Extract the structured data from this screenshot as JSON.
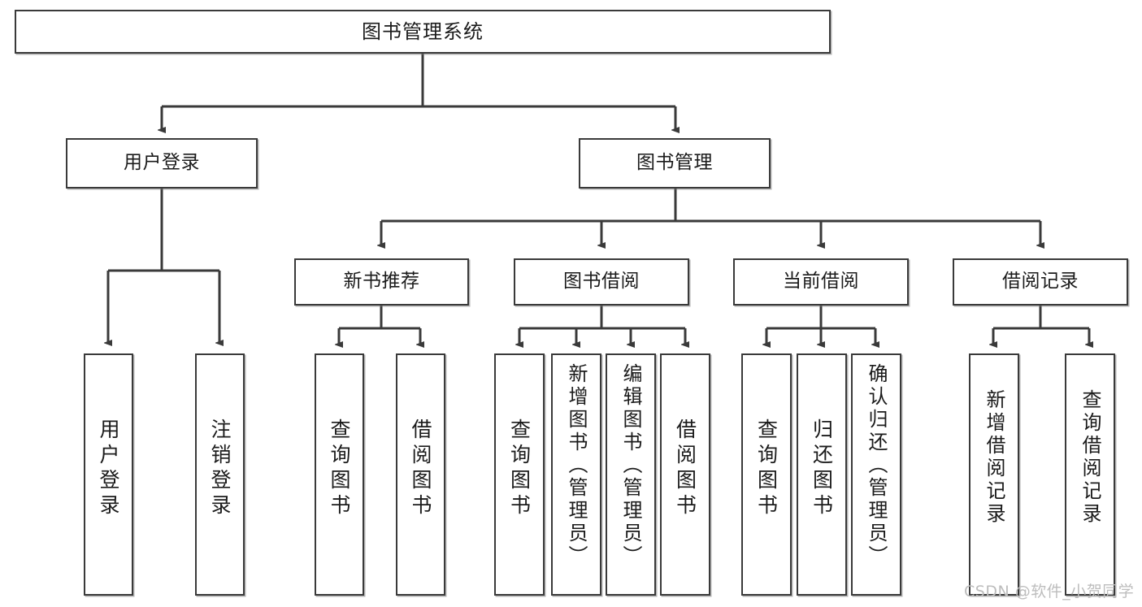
{
  "diagram": {
    "title": "图书管理系统",
    "type": "tree-hierarchy-chart",
    "root": {
      "label": "图书管理系统"
    },
    "level2": [
      {
        "label": "用户登录"
      },
      {
        "label": "图书管理"
      }
    ],
    "level3": [
      {
        "label": "新书推荐"
      },
      {
        "label": "图书借阅"
      },
      {
        "label": "当前借阅"
      },
      {
        "label": "借阅记录"
      }
    ],
    "leaves": {
      "user_login": [
        {
          "label": "用户登录"
        },
        {
          "label": "注销登录"
        }
      ],
      "new_book_recommend": [
        {
          "label": "查询图书"
        },
        {
          "label": "借阅图书"
        }
      ],
      "book_borrow": [
        {
          "label": "查询图书"
        },
        {
          "label": "新增图书（管理员）"
        },
        {
          "label": "编辑图书（管理员）"
        },
        {
          "label": "借阅图书"
        }
      ],
      "current_borrow": [
        {
          "label": "查询图书"
        },
        {
          "label": "归还图书"
        },
        {
          "label": "确认归还（管理员）"
        }
      ],
      "borrow_record": [
        {
          "label": "新增借阅记录"
        },
        {
          "label": "查询借阅记录"
        }
      ]
    }
  },
  "watermark": {
    "text": "CSDN @软件_小贺同学"
  },
  "colors": {
    "box_border": "#3a3a3a",
    "box_fill": "#ffffff",
    "edge": "#3a3a3a",
    "text": "#1b1b1b",
    "watermark": "#bdbdbd",
    "page_background": "#ffffff"
  }
}
